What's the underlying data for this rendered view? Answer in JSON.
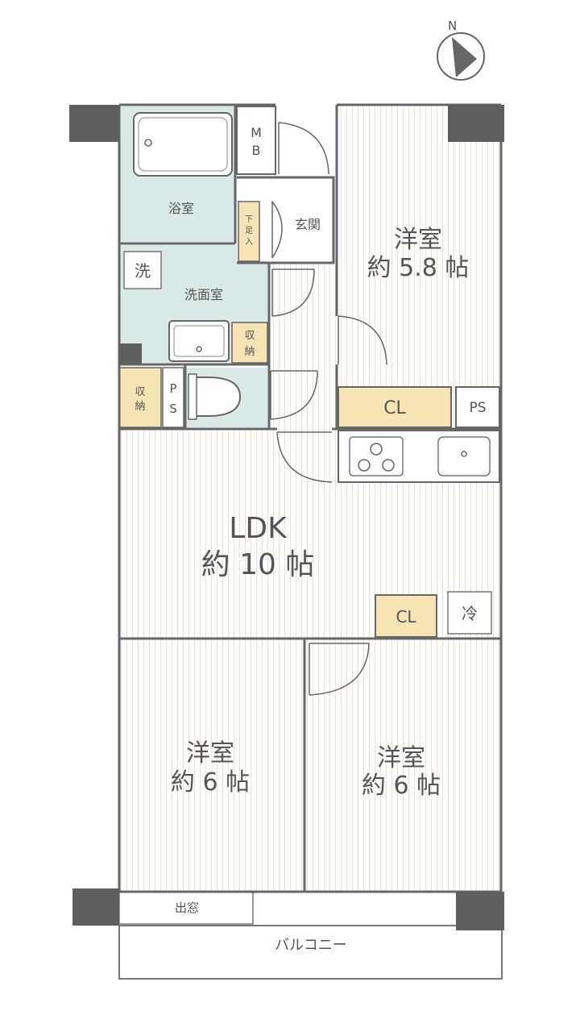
{
  "compass": {
    "label": "N"
  },
  "rooms": {
    "western_north": {
      "name": "洋室",
      "size": "約 5.8 帖"
    },
    "ldk": {
      "name": "LDK",
      "size": "約 10 帖"
    },
    "western_sw": {
      "name": "洋室",
      "size": "約 6 帖"
    },
    "western_se": {
      "name": "洋室",
      "size": "約 6 帖"
    },
    "bath": {
      "name": "浴室"
    },
    "washroom": {
      "name": "洗面室"
    },
    "entrance": {
      "name": "玄関"
    },
    "balcony": {
      "name": "バルコニー"
    },
    "bay_window": {
      "name": "出窓"
    }
  },
  "fixtures": {
    "mb_1": "M",
    "mb_2": "B",
    "shoe_box_1": "下",
    "shoe_box_2": "足",
    "shoe_box_3": "入",
    "washer": "洗",
    "storage_1a": "収",
    "storage_1b": "納",
    "storage_2a": "収",
    "storage_2b": "納",
    "ps_left_1": "P",
    "ps_left_2": "S",
    "closet_north": "CL",
    "ps_right": "PS",
    "closet_ldk": "CL",
    "fridge": "冷"
  },
  "colors": {
    "wall": "#666666",
    "pillar": "#5f5f5f",
    "wet_area": "#d8e9e7",
    "closet": "#f6e4b5",
    "floor_stripe": "#f0e2c8"
  }
}
